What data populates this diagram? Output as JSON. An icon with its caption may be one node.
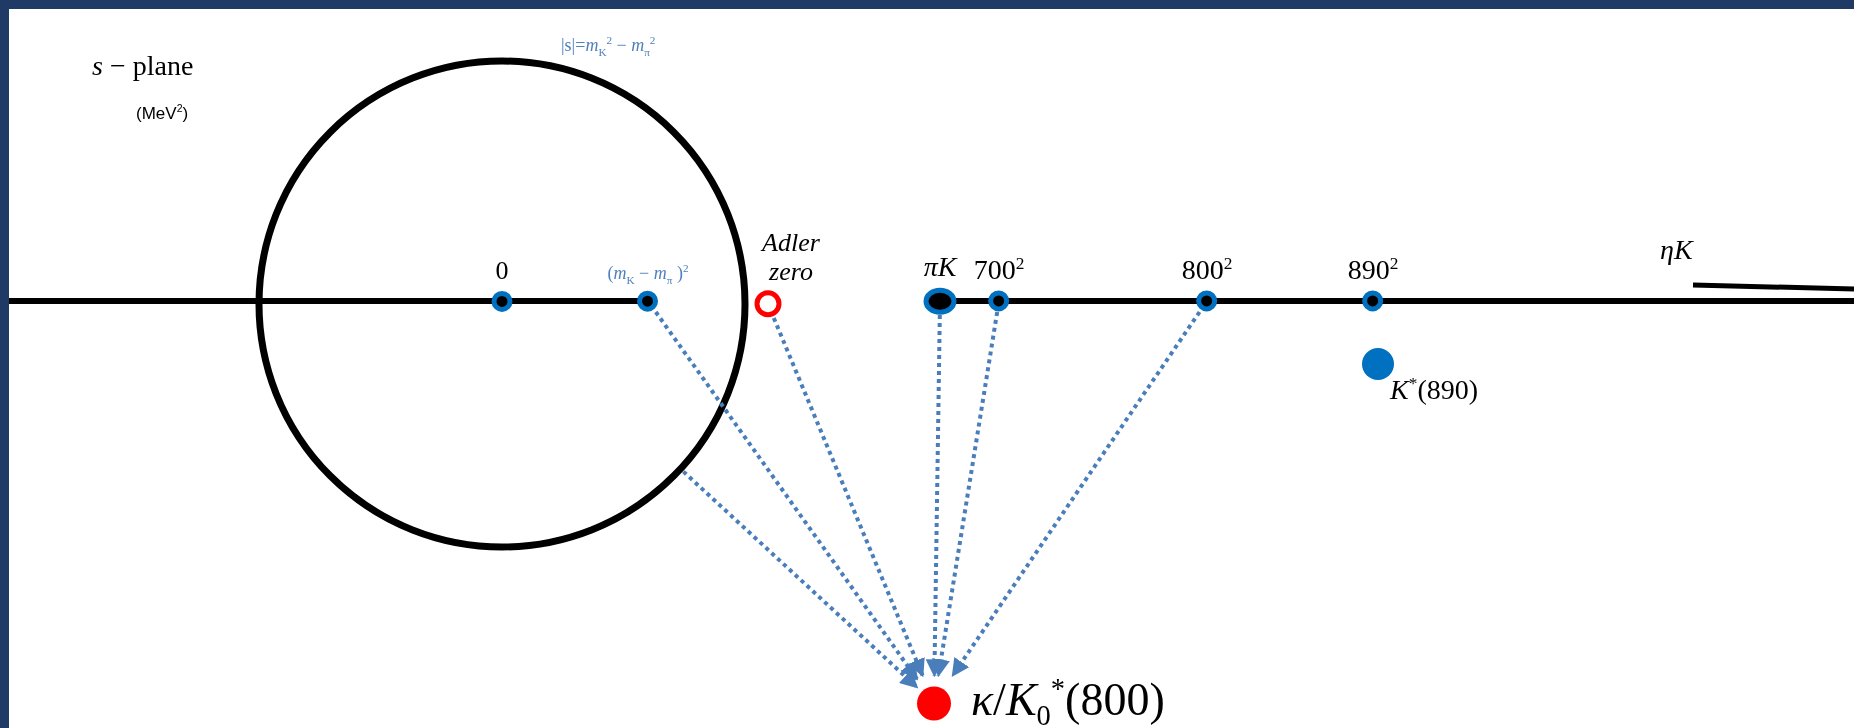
{
  "diagram": {
    "nodes": [
      {
        "text": [],
        "shape": "circle",
        "beside": [
          "|s|=*m*$_{K}$$^{2}$ − *m*$_{π}$$^{2}$"
        ]
      },
      {
        "text": [
          "0"
        ],
        "in": 0
      },
      {
        "text": [
          "(*m*$_{K}$ − *m*$_{π}$ )$^{2}$"
        ],
        "in": 0
      },
      {
        "text": [
          "Adler zero"
        ]
      },
      {
        "text": [
          "πK"
        ]
      },
      {
        "text": [
          "700$^{2}$"
        ]
      },
      {
        "text": [
          "800$^{2}$"
        ]
      },
      {
        "text": [
          "890$^{2}$"
        ]
      },
      {
        "text": [
          "*K*$^{*}$(890)"
        ]
      },
      {
        "text": [
          "*κ*/*K*$_{0}$$^{*}$(800)"
        ]
      }
    ],
    "edges": [
      {
        "from": 0,
        "to": 9,
        "arrow": "to",
        "style": "dashed"
      },
      {
        "from": 2,
        "to": 9,
        "arrow": "to",
        "style": "dashed"
      },
      {
        "from": 3,
        "to": 9,
        "arrow": "to",
        "style": "dashed"
      },
      {
        "from": 4,
        "to": 9,
        "arrow": "to",
        "style": "dashed"
      },
      {
        "from": 5,
        "to": 9,
        "arrow": "to",
        "style": "dashed"
      },
      {
        "from": 6,
        "to": 9,
        "arrow": "to",
        "style": "dashed"
      }
    ],
    "labels": [
      "*s* − plane",
      "(MeV$^{2}$)",
      "ηK"
    ]
  }
}
